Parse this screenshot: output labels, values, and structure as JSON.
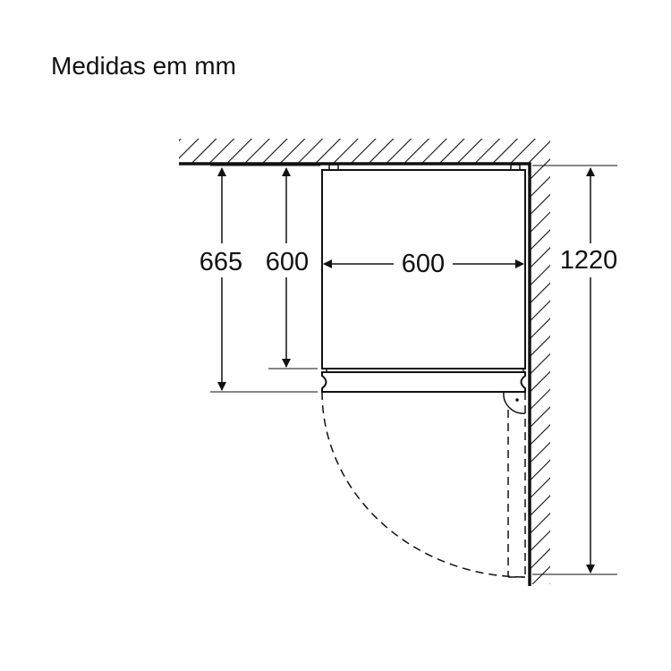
{
  "title": "Medidas em mm",
  "dimensions": {
    "depth_with_door": "665",
    "depth_body": "600",
    "width": "600",
    "door_clearance": "1220"
  },
  "colors": {
    "line": "#111111",
    "background": "#ffffff"
  }
}
